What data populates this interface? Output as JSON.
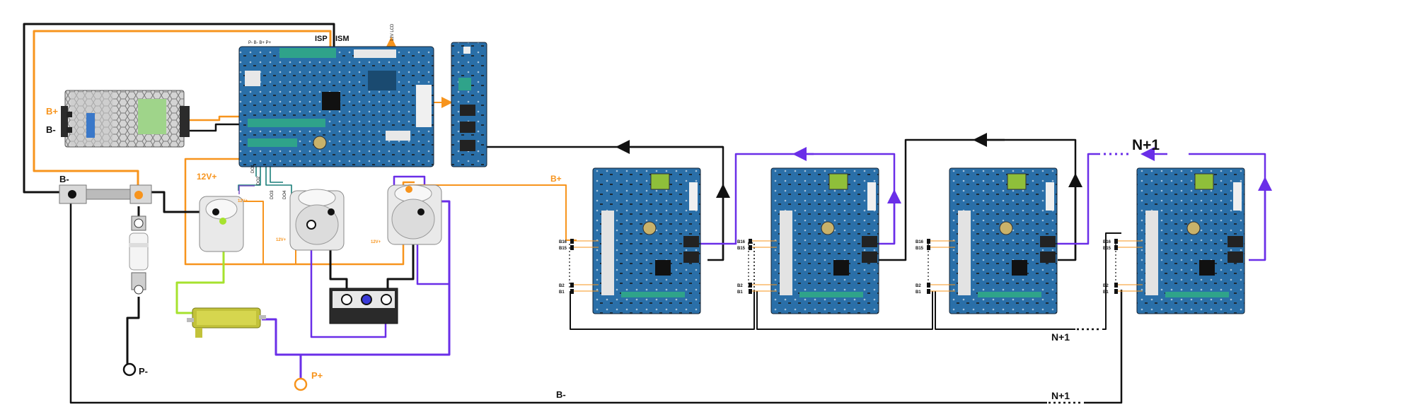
{
  "colors": {
    "orange": "#f7941d",
    "black": "#111111",
    "purple": "#6a2ee8",
    "green": "#a6e22e",
    "teal": "#1b7f7a",
    "board_blue": "#2a6fa8",
    "board_dark": "#1d4f7c"
  },
  "labels": {
    "supply_b_plus": "B+",
    "supply_b_minus": "B-",
    "shunt_b_minus": "B-",
    "twelve_v_plus": "12V+",
    "twelve_v_small_1": "12V+",
    "twelve_v_small_2": "12V+",
    "twelve_v_small_3": "12V+",
    "isp": "ISP",
    "ism": "ISM",
    "lcd": "12V LCD",
    "main_board_pins": "P-  B-  B+ P+",
    "p_minus": "P-",
    "p_plus": "P+",
    "chain_b_plus": "B+",
    "n_plus_1_top": "N+1",
    "n_plus_1_bottom": "N+1",
    "n_plus_1_ground": "N+1",
    "ground_b_minus": "B-",
    "dout1": "DO1",
    "dout2": "DO2",
    "dout3": "DO3",
    "dout4": "DO4"
  },
  "slave_boards": [
    {
      "b16": "B16",
      "b15": "B15",
      "b2": "B2",
      "b1": "B1"
    },
    {
      "b16": "B16",
      "b15": "B15",
      "b2": "B2",
      "b1": "B1"
    },
    {
      "b16": "B16",
      "b15": "B15",
      "b2": "B2",
      "b1": "B1"
    },
    {
      "b16": "B16",
      "b15": "B15",
      "b2": "B2",
      "b1": "B1"
    }
  ]
}
